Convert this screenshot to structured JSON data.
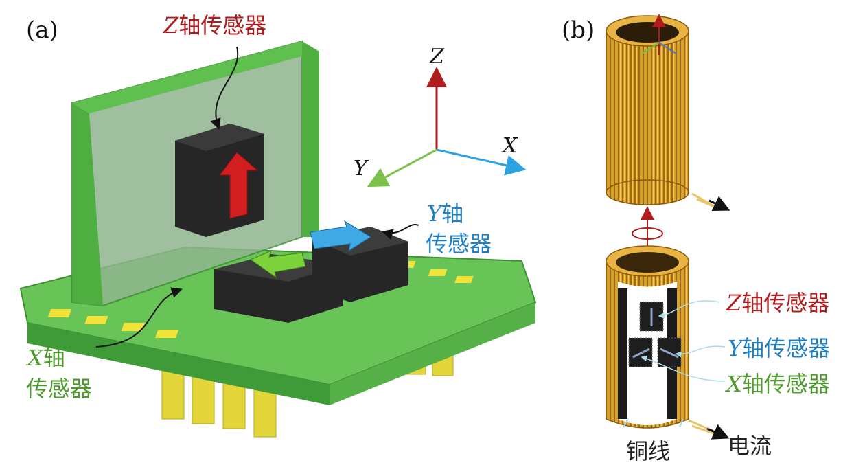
{
  "panels": {
    "a": {
      "label": "(a)"
    },
    "b": {
      "label": "(b)"
    }
  },
  "axes": {
    "z": "Z",
    "x": "X",
    "y": "Y"
  },
  "labels_a": {
    "z_sensor": {
      "axis": "Z",
      "text": "轴传感器"
    },
    "y_sensor": {
      "axis": "Y",
      "line1": "轴",
      "line2": "传感器"
    },
    "x_sensor": {
      "axis": "X",
      "line1": "轴",
      "line2": "传感器"
    }
  },
  "labels_b": {
    "z_sensor": {
      "axis": "Z",
      "text": "轴传感器"
    },
    "y_sensor": {
      "axis": "Y",
      "text": "轴传感器"
    },
    "x_sensor": {
      "axis": "X",
      "text": "轴传感器"
    },
    "copper_wire": "铜线",
    "current": "电流"
  },
  "colors": {
    "z": "#b01b1b",
    "y": "#1f7fc4",
    "x": "#4f9a2e",
    "pcb": "#5fbf4f",
    "chip": "#262626",
    "copper": "#d9a12a",
    "pin": "#e3d63a"
  }
}
